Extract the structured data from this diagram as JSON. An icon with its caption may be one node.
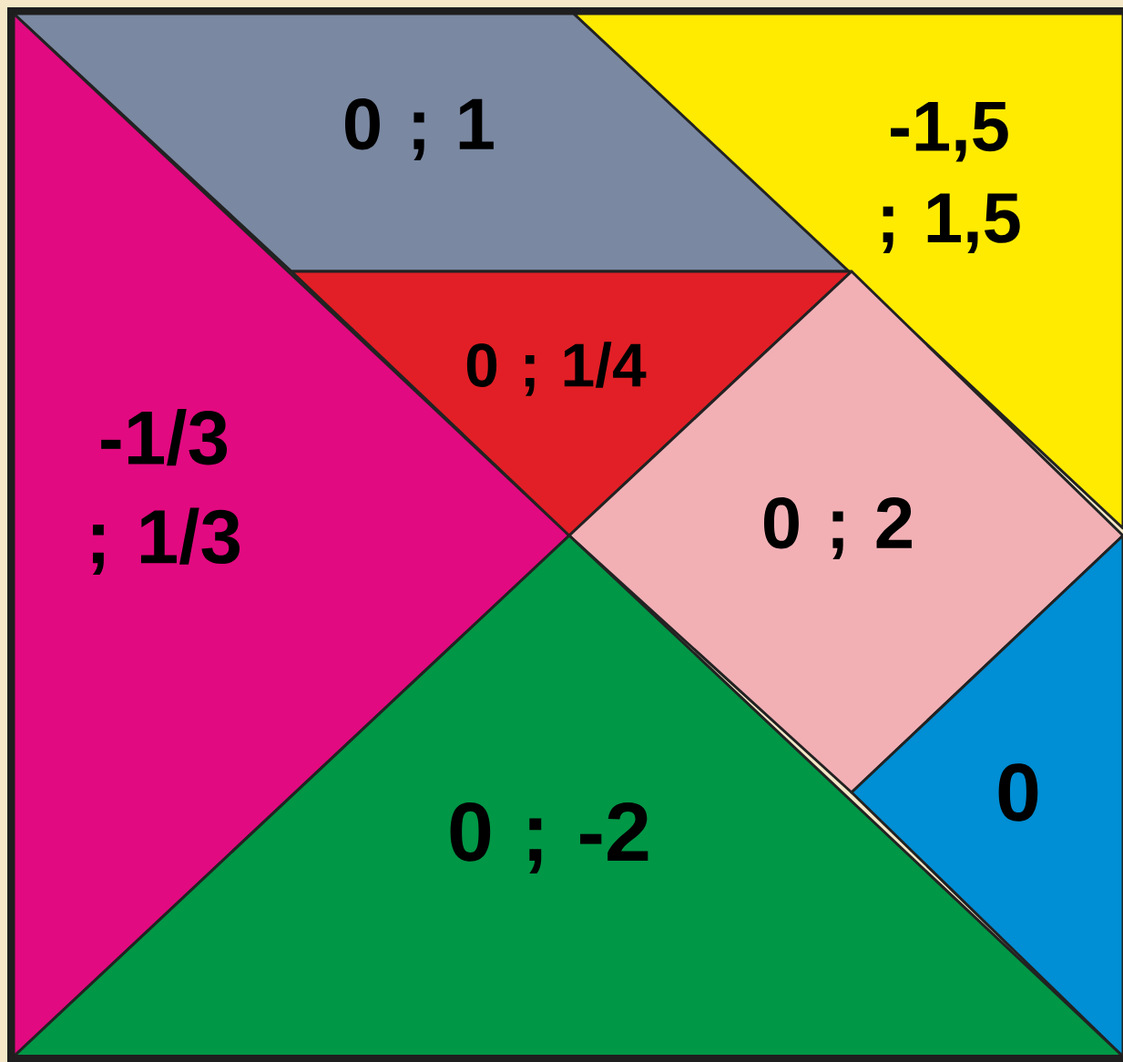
{
  "diagram": {
    "nodes": [
      {
        "text": [
          "0 ; 1"
        ]
      },
      {
        "text": [
          "-1,5 ; 1,5"
        ]
      },
      {
        "text": [
          "-1/3 ; 1/3"
        ]
      },
      {
        "text": [
          "0 ; 1/4"
        ]
      },
      {
        "text": [
          "0 ; 2"
        ]
      },
      {
        "text": [
          "0"
        ]
      },
      {
        "text": [
          "0 ; -2"
        ]
      }
    ]
  }
}
